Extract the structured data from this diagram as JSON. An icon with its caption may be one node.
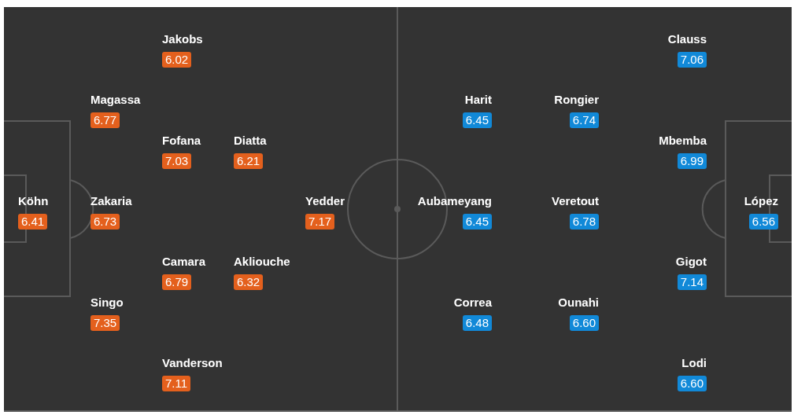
{
  "diagram": {
    "nodes": [
      {
        "text": [
          "Jakobs",
          "6.02"
        ]
      },
      {
        "text": [
          "Clauss",
          "7.06"
        ]
      },
      {
        "text": [
          "Magassa",
          "6.77"
        ]
      },
      {
        "text": [
          "Harit",
          "6.45"
        ]
      },
      {
        "text": [
          "Rongier",
          "6.74"
        ]
      },
      {
        "text": [
          "Fofana",
          "7.03"
        ]
      },
      {
        "text": [
          "Diatta",
          "6.21"
        ]
      },
      {
        "text": [
          "Mbemba",
          "6.99"
        ]
      },
      {
        "text": [
          "Köhn",
          "6.41"
        ]
      },
      {
        "text": [
          "Zakaria",
          "6.73"
        ]
      },
      {
        "text": [
          "Yedder",
          "7.17"
        ]
      },
      {
        "text": [
          "Aubameyang",
          "6.45"
        ]
      },
      {
        "text": [
          "Veretout",
          "6.78"
        ]
      },
      {
        "text": [
          "López",
          "6.56"
        ]
      },
      {
        "text": [
          "Camara",
          "6.79"
        ]
      },
      {
        "text": [
          "Akliouche",
          "6.32"
        ]
      },
      {
        "text": [
          "Gigot",
          "7.14"
        ]
      },
      {
        "text": [
          "Singo",
          "7.35"
        ]
      },
      {
        "text": [
          "Correa",
          "6.48"
        ]
      },
      {
        "text": [
          "Ounahi",
          "6.60"
        ]
      },
      {
        "text": [
          "Vanderson",
          "7.11"
        ]
      },
      {
        "text": [
          "Lodi",
          "6.60"
        ]
      }
    ]
  }
}
